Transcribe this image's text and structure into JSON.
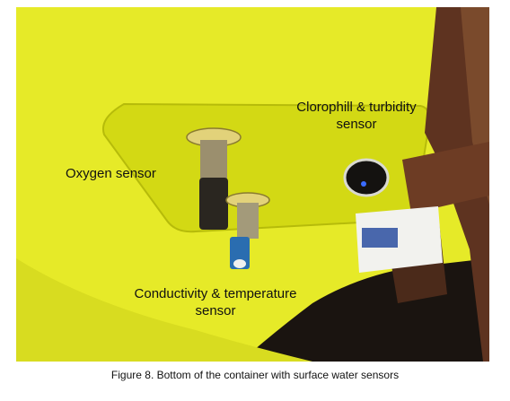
{
  "photo": {
    "labels": {
      "oxygen": "Oxygen sensor",
      "chlorophyll_line1": "Clorophill & turbidity",
      "chlorophyll_line2": "sensor",
      "conductivity_line1": "Conductivity & temperature",
      "conductivity_line2": "sensor"
    },
    "colors": {
      "hull_yellow": "#e8ec2a",
      "panel_yellow": "#d4da12",
      "wood": "#6b3a22",
      "dark": "#1a1410"
    }
  },
  "caption": "Figure 8.   Bottom of the container with surface water sensors"
}
